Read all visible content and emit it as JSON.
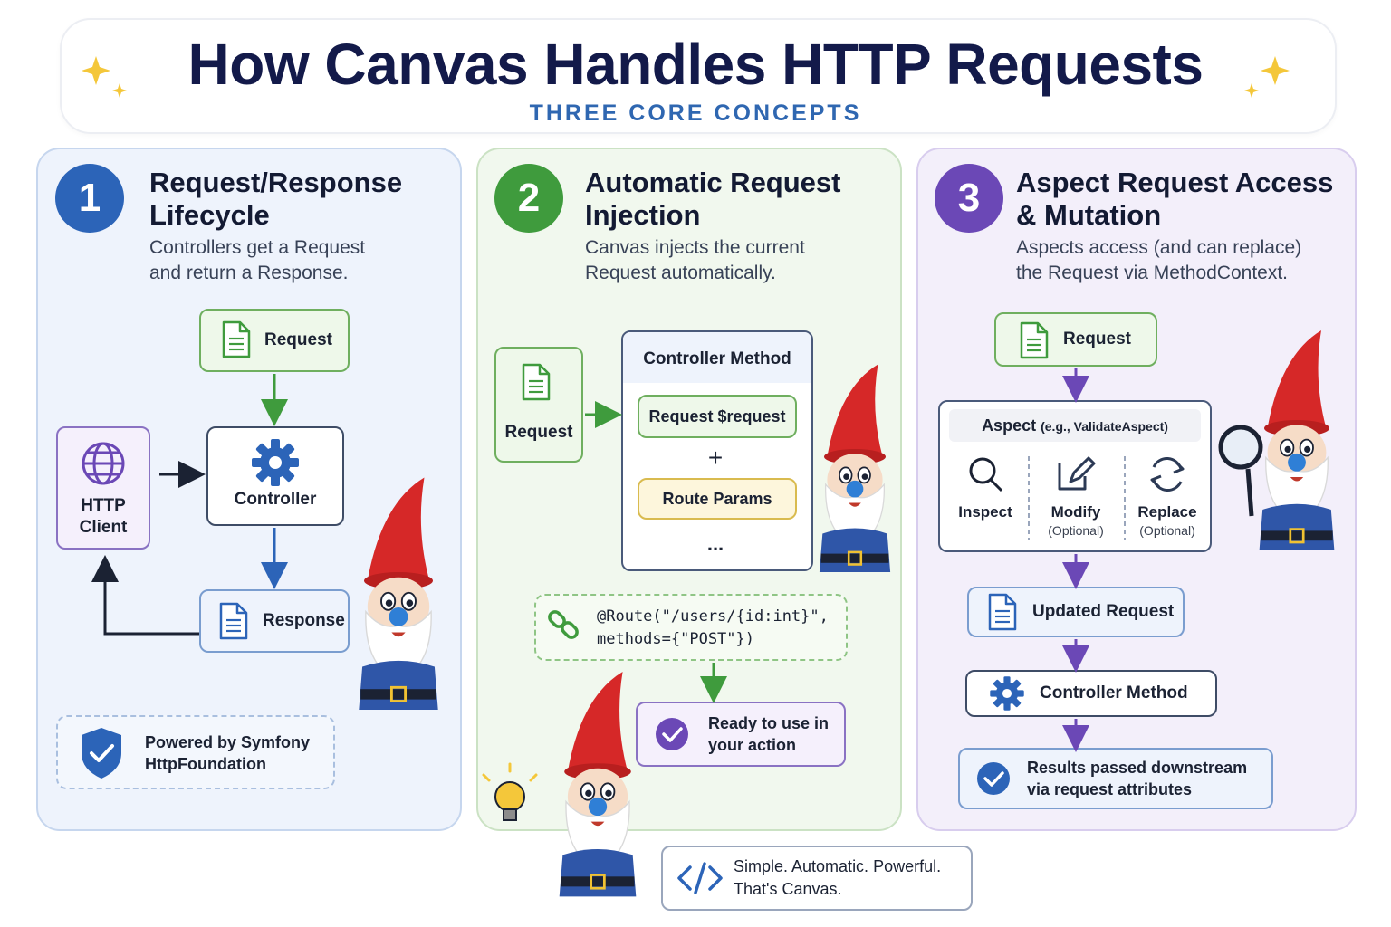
{
  "header": {
    "title": "How Canvas Handles HTTP Requests",
    "subtitle": "THREE CORE CONCEPTS"
  },
  "colors": {
    "navy": "#131a4a",
    "blue_accent": "#2f67b1",
    "green_accent": "#3f9b3d",
    "purple_accent": "#6b48b6"
  },
  "panel1": {
    "number": "1",
    "title_line1": "Request/Response",
    "title_line2": "Lifecycle",
    "desc_line1": "Controllers get a Request",
    "desc_line2": "and return a Response.",
    "request": "Request",
    "http_client_line1": "HTTP",
    "http_client_line2": "Client",
    "controller": "Controller",
    "response": "Response",
    "powered_line1": "Powered by Symfony",
    "powered_line2": "HttpFoundation"
  },
  "panel2": {
    "number": "2",
    "title_line1": "Automatic Request",
    "title_line2": "Injection",
    "desc_line1": "Canvas injects the current",
    "desc_line2": "Request automatically.",
    "request": "Request",
    "controller_method": "Controller Method",
    "request_param": "Request $request",
    "plus": "+",
    "route_params": "Route Params",
    "ellipsis": "...",
    "route_line1": "@Route(\"/users/{id:int}\",",
    "route_line2": "methods={\"POST\"})",
    "ready_line1": "Ready to use in",
    "ready_line2": "your action"
  },
  "panel3": {
    "number": "3",
    "title_line1": "Aspect Request Access",
    "title_line2": "& Mutation",
    "desc_line1": "Aspects access (and can replace)",
    "desc_line2": "the Request via MethodContext.",
    "request": "Request",
    "aspect": "Aspect",
    "aspect_example": "(e.g., ValidateAspect)",
    "inspect": "Inspect",
    "modify": "Modify",
    "modify_note": "(Optional)",
    "replace": "Replace",
    "replace_note": "(Optional)",
    "updated_request": "Updated Request",
    "controller_method": "Controller Method",
    "results_line1": "Results passed downstream",
    "results_line2": "via request attributes"
  },
  "footer": {
    "line1": "Simple. Automatic. Powerful.",
    "line2": "That's Canvas."
  },
  "icons": [
    "sparkle-icon",
    "document-icon",
    "globe-icon",
    "gear-icon",
    "shield-check-icon",
    "link-icon",
    "check-circle-icon",
    "magnifier-icon",
    "edit-icon",
    "refresh-icon",
    "code-icon",
    "lightbulb-icon",
    "gnome-mascot"
  ]
}
